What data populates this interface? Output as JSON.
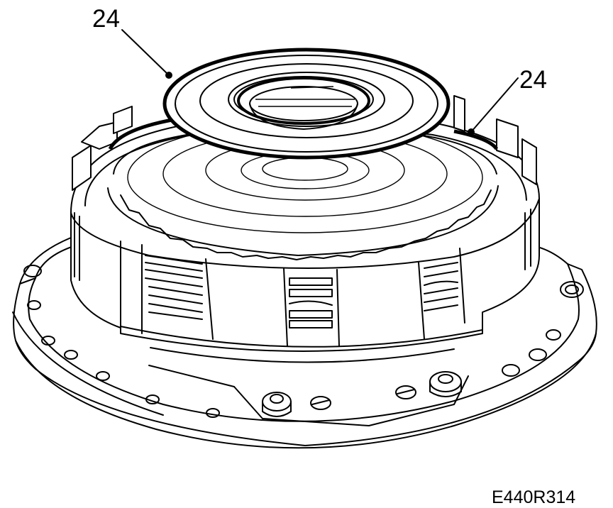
{
  "callouts": [
    {
      "label": "24"
    },
    {
      "label": "24"
    }
  ],
  "figure_id": "E440R314",
  "colors": {
    "line": "#000000",
    "background": "#ffffff"
  }
}
